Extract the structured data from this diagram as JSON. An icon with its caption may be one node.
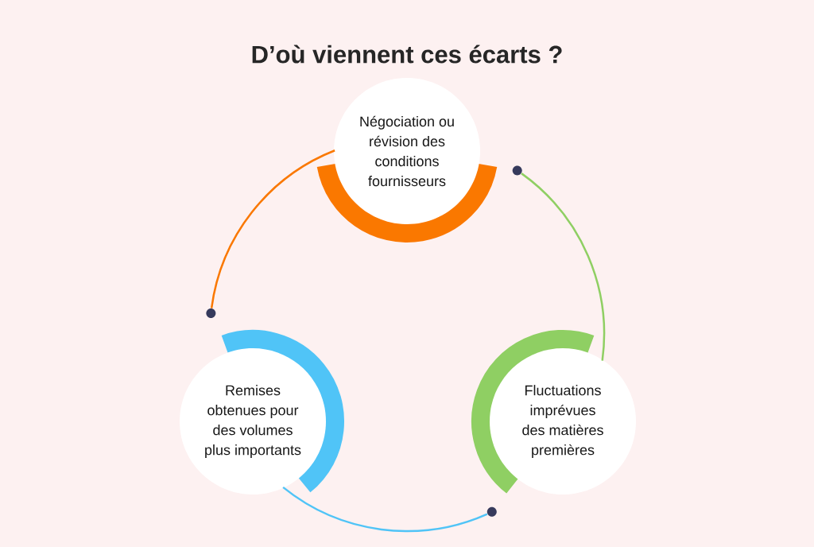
{
  "diagram": {
    "title": "D’où viennent ces écarts ?",
    "nodes": [
      {
        "text": [
          "Négociation ou révision des conditions fournisseurs"
        ]
      },
      {
        "text": [
          "Remises obtenues pour des volumes plus importants"
        ]
      },
      {
        "text": [
          "Fluctuations imprévues des matières premières"
        ]
      },
      {
        "text": [],
        "shape": "circle"
      },
      {
        "text": [],
        "shape": "circle"
      },
      {
        "text": [],
        "shape": "circle"
      }
    ],
    "edges": [
      {
        "from": 0,
        "to": 4,
        "arrow": "none",
        "color": "#fa7800"
      },
      {
        "from": 1,
        "to": 5,
        "arrow": "none",
        "color": "#50c4f7"
      },
      {
        "from": 2,
        "to": 3,
        "arrow": "none",
        "color": "#8fcf63"
      }
    ]
  }
}
